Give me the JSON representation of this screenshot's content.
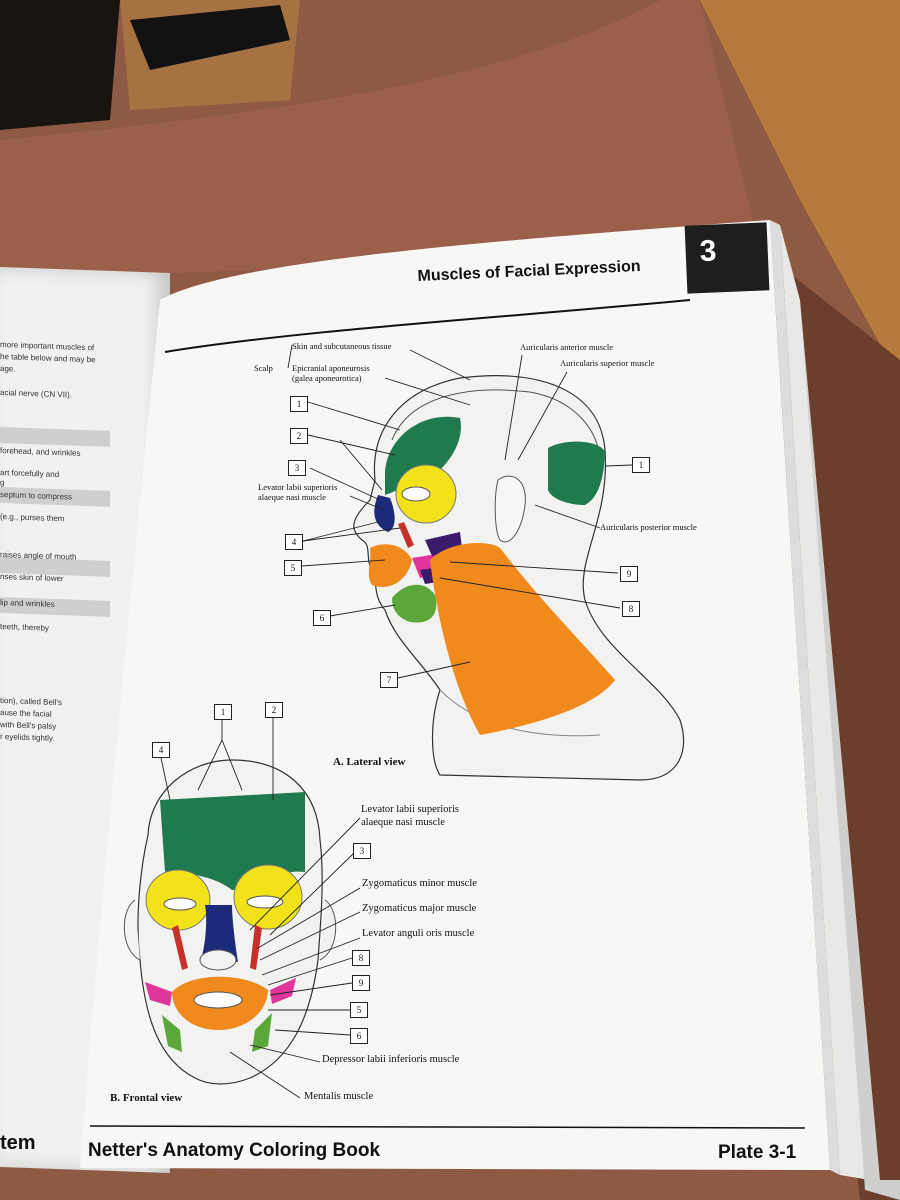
{
  "book": {
    "footer_title": "Netter's Anatomy Coloring Book",
    "plate": "Plate 3-1",
    "chapter_number": "3",
    "page_title": "Muscles of Facial Expression",
    "left_page_fragment": "tem"
  },
  "left_page_lines": [
    "more important muscles of",
    "he table below and may be",
    "age.",
    "acial nerve (CN VII).",
    "forehead, and wrinkles",
    "art forcefully and",
    "g",
    "septum to compress",
    "(e.g., purses them",
    "raises angle of mouth",
    "nses skin of lower",
    "lip and wrinkles",
    "teeth, thereby",
    "tion), called Bell's",
    "ause the facial",
    "with Bell's palsy",
    "r eyelids tightly."
  ],
  "lateral_view": {
    "caption": "A. Lateral view",
    "scalp_label": "Scalp",
    "labels": {
      "skin": "Skin and subcutaneous tissue",
      "epicranial_1": "Epicranial aponeurosis",
      "epicranial_2": "(galea aponeurotica)",
      "auric_anterior": "Auricularis anterior muscle",
      "auric_superior": "Auricularis superior muscle",
      "auric_posterior": "Auricularis posterior muscle",
      "levator_1": "Levator labii superioris",
      "levator_2": "alaeque nasi muscle"
    },
    "numbers": [
      "1",
      "2",
      "3",
      "4",
      "5",
      "6",
      "7",
      "1",
      "9",
      "8"
    ]
  },
  "frontal_view": {
    "caption": "B. Frontal view",
    "labels": {
      "levator_1": "Levator labii superioris",
      "levator_2": "alaeque nasi muscle",
      "zyg_minor": "Zygomaticus minor muscle",
      "zyg_major": "Zygomaticus major muscle",
      "lev_anguli": "Levator anguli oris muscle",
      "depressor": "Depressor labii inferioris muscle",
      "mentalis": "Mentalis muscle"
    },
    "numbers": [
      "1",
      "2",
      "4",
      "3",
      "8",
      "9",
      "5",
      "6"
    ]
  },
  "colors": {
    "green": "#1f7a4f",
    "yellow": "#f2e21a",
    "orange": "#f08a1c",
    "navy": "#1c2a7a",
    "pink": "#e0359a",
    "red": "#c8302a",
    "light_green": "#5aa83a"
  }
}
